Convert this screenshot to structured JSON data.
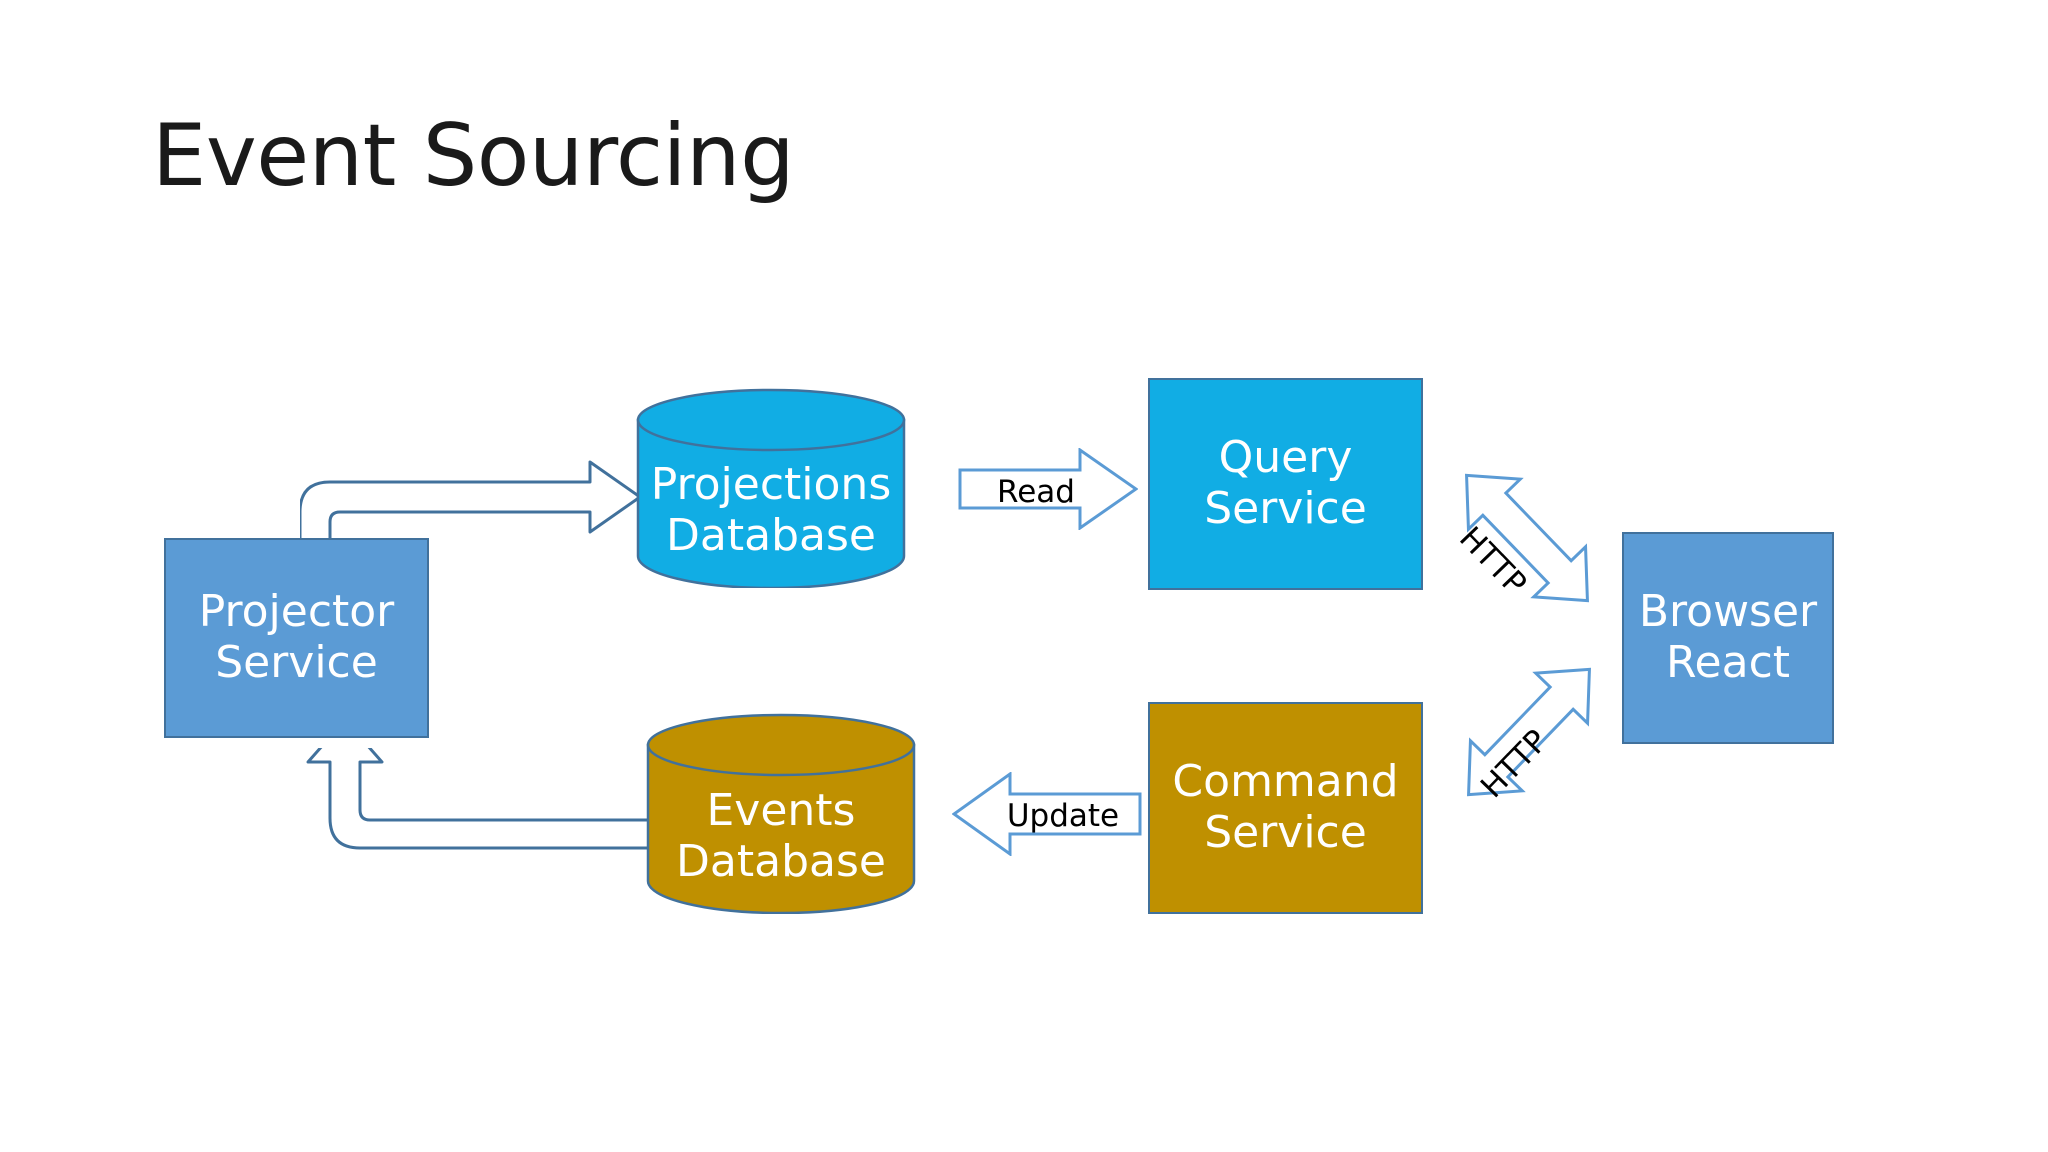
{
  "slide": {
    "title": "Event Sourcing",
    "background": "#FFFFFF"
  },
  "colors": {
    "medium_blue": "#5B9BD5",
    "cyan": "#11ADE4",
    "gold": "#BF9000",
    "outline_blue": "#41719C",
    "arrow_outline": "#5B9BD5",
    "text_light": "#FFFFFF",
    "text_dark": "#000000"
  },
  "diagram": {
    "type": "architecture-flow",
    "nodes": [
      {
        "id": "projector-service",
        "shape": "rectangle",
        "label_line1": "Projector",
        "label_line2": "Service",
        "fill": "#5B9BD5"
      },
      {
        "id": "projections-database",
        "shape": "cylinder",
        "label_line1": "Projections",
        "label_line2": "Database",
        "fill": "#11ADE4"
      },
      {
        "id": "query-service",
        "shape": "rectangle",
        "label_line1": "Query",
        "label_line2": "Service",
        "fill": "#11ADE4"
      },
      {
        "id": "browser-react",
        "shape": "rectangle",
        "label_line1": "Browser",
        "label_line2": "React",
        "fill": "#5B9BD5"
      },
      {
        "id": "events-database",
        "shape": "cylinder",
        "label_line1": "Events",
        "label_line2": "Database",
        "fill": "#BF9000"
      },
      {
        "id": "command-service",
        "shape": "rectangle",
        "label_line1": "Command",
        "label_line2": "Service",
        "fill": "#BF9000"
      }
    ],
    "connectors": [
      {
        "id": "read-arrow",
        "label": "Read",
        "from": "projections-database",
        "to": "query-service",
        "direction": "right",
        "style": "block-arrow-outline"
      },
      {
        "id": "update-arrow",
        "label": "Update",
        "from": "command-service",
        "to": "events-database",
        "direction": "left",
        "style": "block-arrow-outline"
      },
      {
        "id": "http-top",
        "label": "HTTP",
        "from": "query-service",
        "to": "browser-react",
        "direction": "bidirectional",
        "style": "double-block-arrow-outline"
      },
      {
        "id": "http-bottom",
        "label": "HTTP",
        "from": "browser-react",
        "to": "command-service",
        "direction": "bidirectional",
        "style": "double-block-arrow-outline"
      },
      {
        "id": "elbow-top",
        "label": "",
        "from": "projector-service",
        "to": "projections-database",
        "direction": "right",
        "style": "elbow-arrow-outline"
      },
      {
        "id": "elbow-bottom",
        "label": "",
        "from": "events-database",
        "to": "projector-service",
        "direction": "up",
        "style": "elbow-arrow-outline"
      }
    ]
  }
}
